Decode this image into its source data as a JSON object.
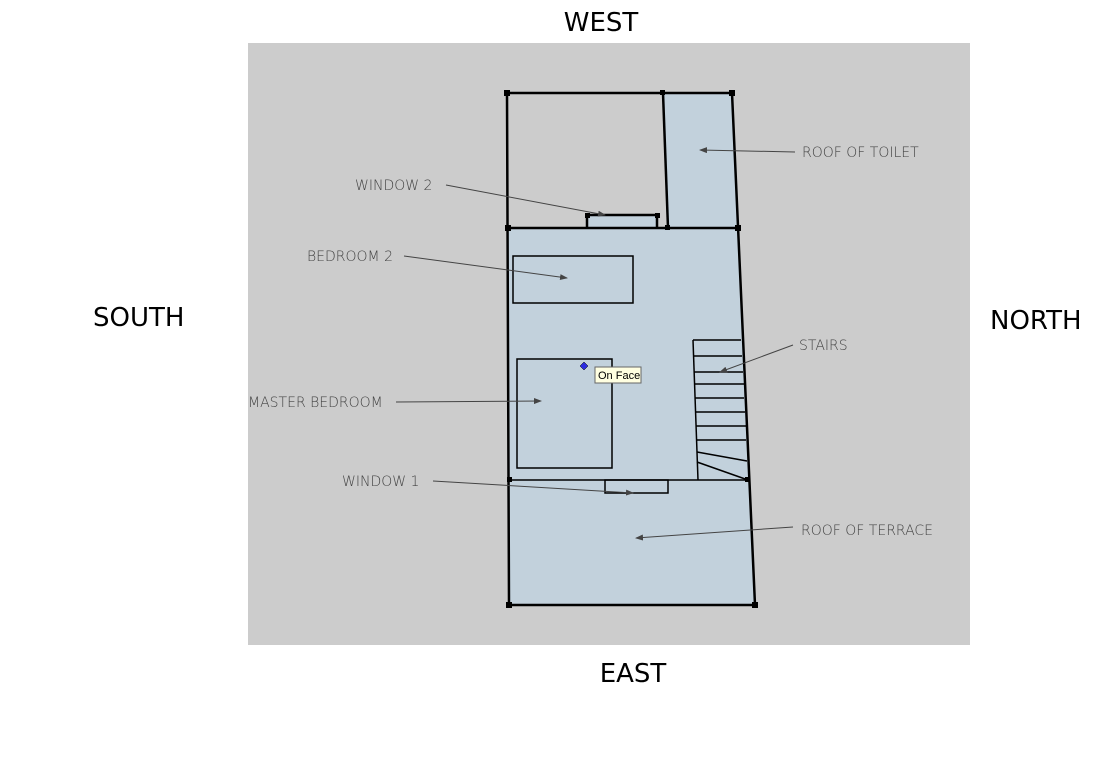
{
  "directions": {
    "west": "WEST",
    "south": "SOUTH",
    "north": "NORTH",
    "east": "EAST"
  },
  "labels": {
    "roof_of_toilet": "ROOF OF TOILET",
    "window_2": "WINDOW 2",
    "bedroom_2": "BEDROOM 2",
    "stairs": "STAIRS",
    "master_bedroom": "MASTER BEDROOM",
    "window_1": "WINDOW 1",
    "roof_of_terrace": "ROOF OF TERRACE"
  },
  "tooltip": "On Face",
  "colors": {
    "canvas": "#cccccc",
    "face": "#c2d1dc",
    "inference_point": "#2a2ae0",
    "tooltip_bg": "#ffffe1"
  }
}
